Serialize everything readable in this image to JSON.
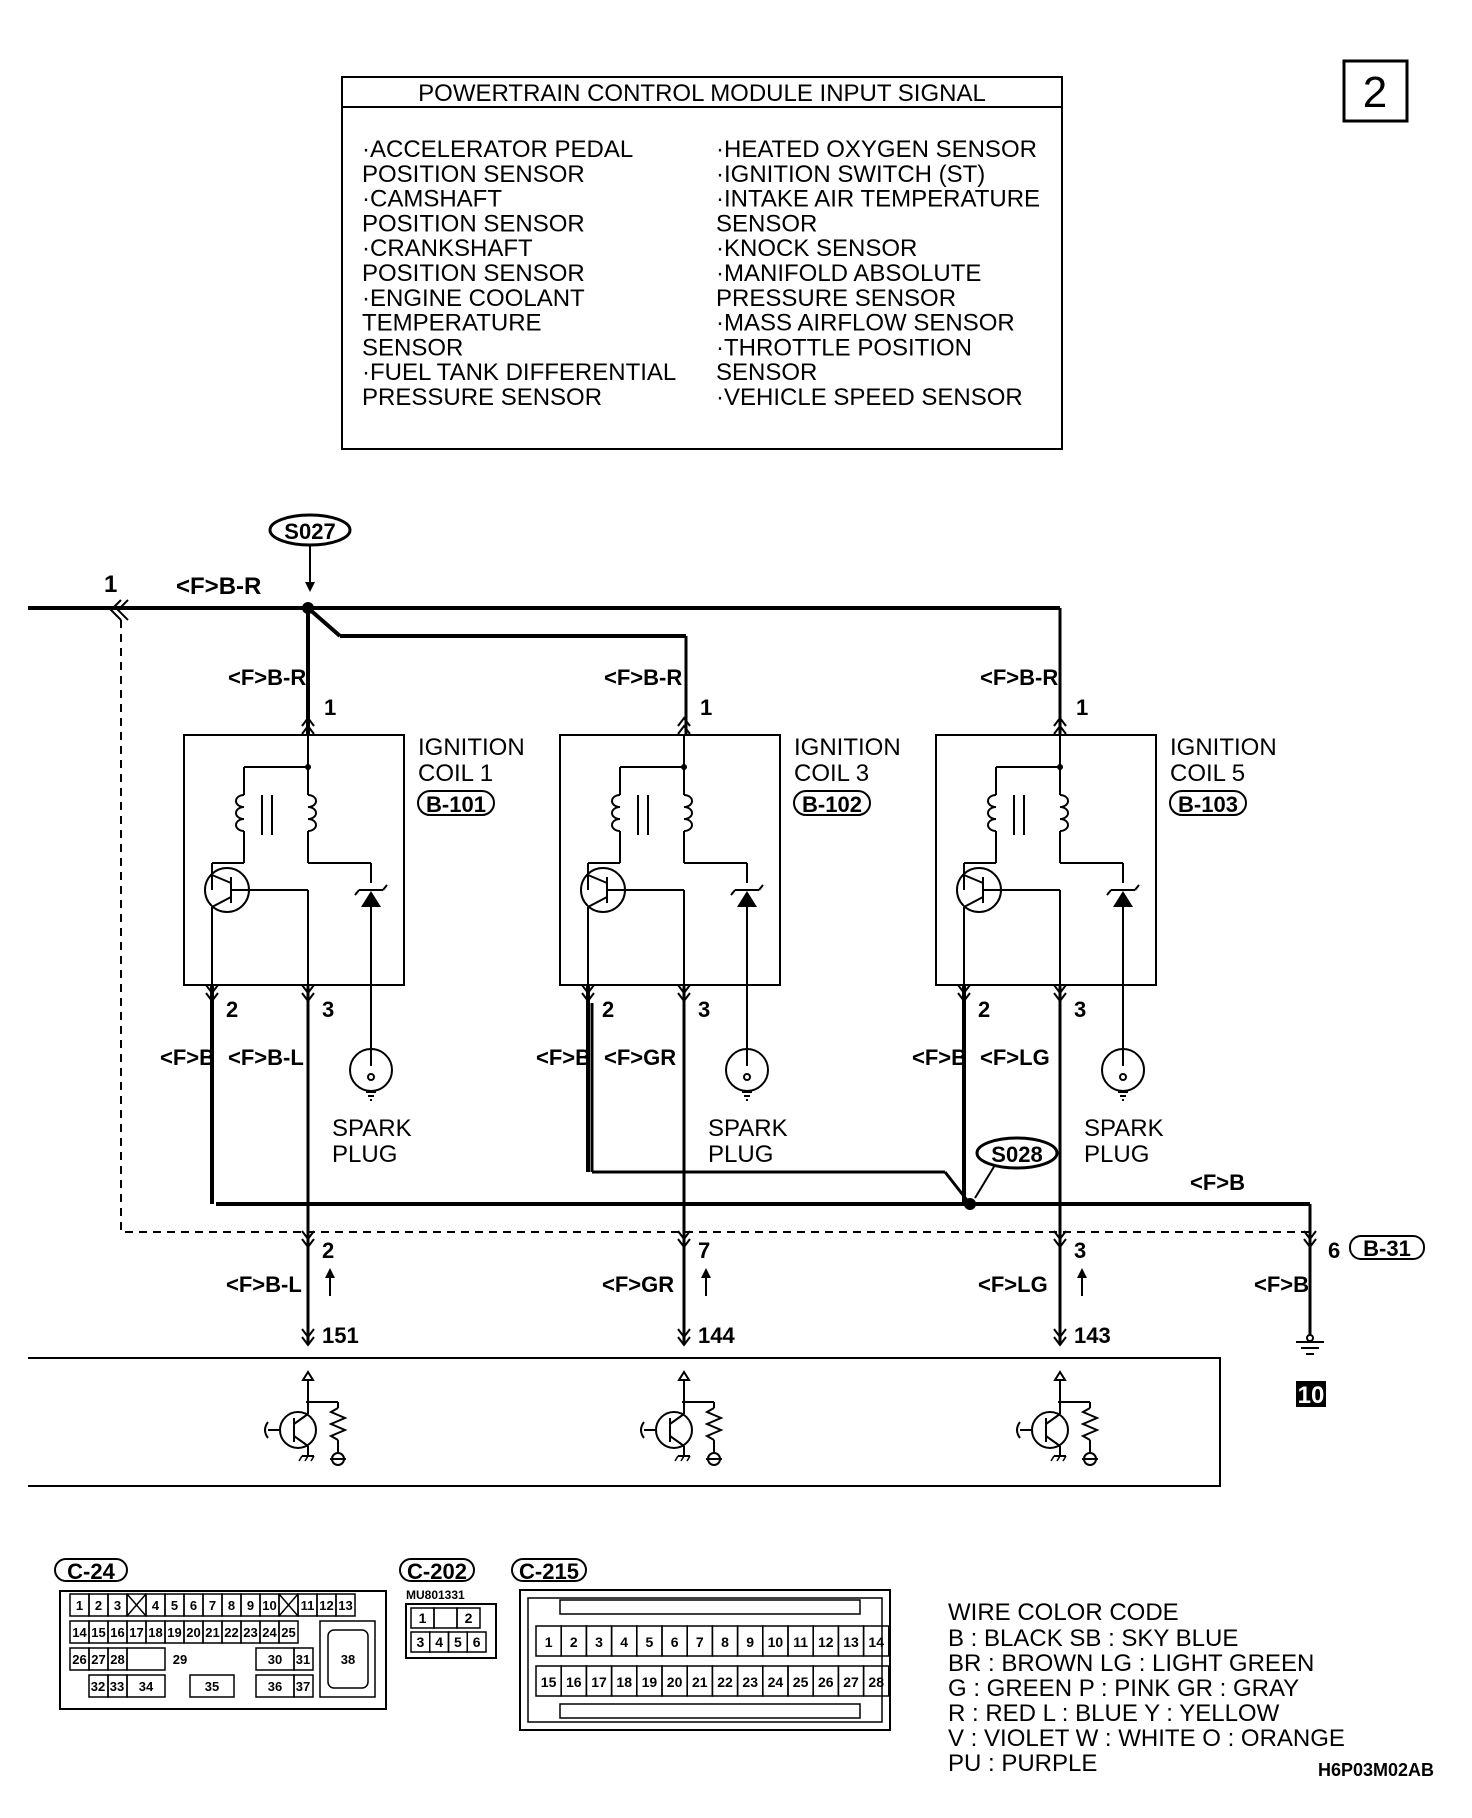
{
  "page_number": "2",
  "input_box": {
    "title": "POWERTRAIN CONTROL MODULE INPUT SIGNAL",
    "left_lines": [
      "·ACCELERATOR PEDAL",
      " POSITION SENSOR",
      "·CAMSHAFT",
      " POSITION SENSOR",
      "·CRANKSHAFT",
      " POSITION SENSOR",
      "·ENGINE COOLANT",
      " TEMPERATURE",
      " SENSOR",
      "·FUEL TANK DIFFERENTIAL",
      " PRESSURE SENSOR"
    ],
    "right_lines": [
      "·HEATED OXYGEN SENSOR",
      "·IGNITION SWITCH (ST)",
      "·INTAKE AIR TEMPERATURE",
      " SENSOR",
      "·KNOCK SENSOR",
      "·MANIFOLD ABSOLUTE",
      " PRESSURE SENSOR",
      "·MASS AIRFLOW SENSOR",
      "·THROTTLE POSITION",
      " SENSOR",
      "·VEHICLE SPEED SENSOR"
    ]
  },
  "splices": {
    "s027": "S027",
    "s028": "S028"
  },
  "feed": {
    "terminal": "1",
    "wire": "<F>B-R"
  },
  "coils": [
    {
      "name": "IGNITION",
      "name2": "COIL 1",
      "connector": "B-101",
      "in_wire": "<F>B-R",
      "pin_in": "1",
      "pin_a": "2",
      "pin_b": "3",
      "wire_a": "<F>B",
      "wire_b": "<F>B-L",
      "plug1": "SPARK",
      "plug2": "PLUG",
      "junction_pin": "2",
      "junction_wire": "<F>B-L",
      "pcm_pin": "151"
    },
    {
      "name": "IGNITION",
      "name2": "COIL 3",
      "connector": "B-102",
      "in_wire": "<F>B-R",
      "pin_in": "1",
      "pin_a": "2",
      "pin_b": "3",
      "wire_a": "<F>B",
      "wire_b": "<F>GR",
      "plug1": "SPARK",
      "plug2": "PLUG",
      "junction_pin": "7",
      "junction_wire": "<F>GR",
      "pcm_pin": "144"
    },
    {
      "name": "IGNITION",
      "name2": "COIL 5",
      "connector": "B-103",
      "in_wire": "<F>B-R",
      "pin_in": "1",
      "pin_a": "2",
      "pin_b": "3",
      "wire_a": "<F>B",
      "wire_b": "<F>LG",
      "plug1": "SPARK",
      "plug2": "PLUG",
      "junction_pin": "3",
      "junction_wire": "<F>LG",
      "pcm_pin": "143"
    }
  ],
  "ground": {
    "wire_top": "<F>B",
    "pin": "6",
    "connector": "B-31",
    "wire_bottom": "<F>B",
    "ground_no": "10"
  },
  "connectors": {
    "c24": {
      "label": "C-24",
      "cells": [
        "1",
        "2",
        "3",
        "4",
        "5",
        "6",
        "7",
        "8",
        "9",
        "10",
        "11",
        "12",
        "13",
        "14",
        "15",
        "16",
        "17",
        "18",
        "19",
        "20",
        "21",
        "22",
        "23",
        "24",
        "25",
        "26",
        "27",
        "28",
        "29",
        "30",
        "31",
        "32",
        "33",
        "34",
        "35",
        "36",
        "37",
        "38"
      ]
    },
    "c202": {
      "label": "C-202",
      "part": "MU801331",
      "cells": [
        "1",
        "2",
        "3",
        "4",
        "5",
        "6"
      ]
    },
    "c215": {
      "label": "C-215",
      "cells": [
        "1",
        "2",
        "3",
        "4",
        "5",
        "6",
        "7",
        "8",
        "9",
        "10",
        "11",
        "12",
        "13",
        "14",
        "15",
        "16",
        "17",
        "18",
        "19",
        "20",
        "21",
        "22",
        "23",
        "24",
        "25",
        "26",
        "27",
        "28"
      ]
    }
  },
  "color_code": {
    "title": "WIRE COLOR CODE",
    "lines": [
      "B : BLACK     SB : SKY BLUE",
      "BR : BROWN     LG : LIGHT GREEN",
      "G : GREEN P : PINK     GR : GRAY",
      "R : RED     L : BLUE     Y : YELLOW",
      "V : VIOLET     W : WHITE     O : ORANGE",
      "PU : PURPLE"
    ]
  },
  "figure_code": "H6P03M02AB"
}
